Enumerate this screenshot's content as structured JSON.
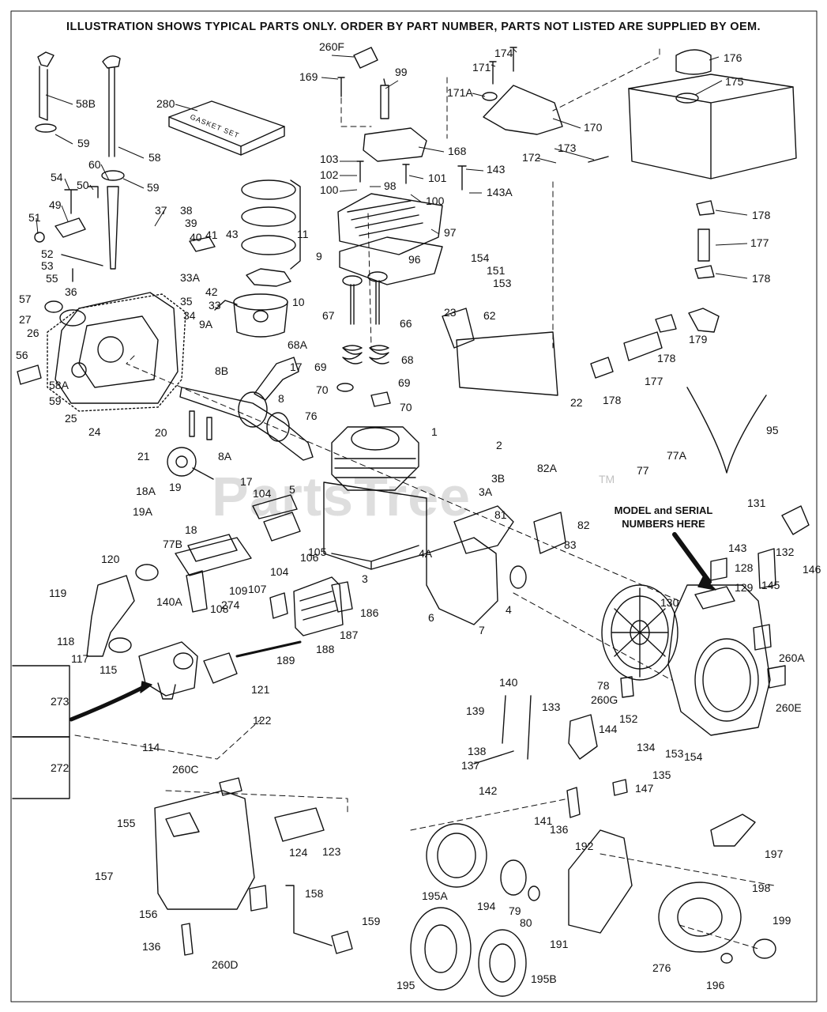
{
  "header": {
    "notice": "ILLUSTRATION SHOWS TYPICAL PARTS ONLY. ORDER BY PART NUMBER, PARTS NOT LISTED ARE SUPPLIED BY OEM."
  },
  "model_note": {
    "line1": "MODEL and SERIAL",
    "line2": "NUMBERS HERE"
  },
  "gasket_box_text": "GASKET SET",
  "watermark": {
    "text": "PartsTree",
    "tm": "TM"
  },
  "colors": {
    "ink": "#111111",
    "paper": "#ffffff",
    "watermark": "#cfcfcf"
  },
  "part_labels": [
    "260F",
    "99",
    "169",
    "174",
    "171",
    "171A",
    "176",
    "175",
    "58B",
    "280",
    "59",
    "58",
    "168",
    "170",
    "60",
    "59",
    "54",
    "50",
    "49",
    "51",
    "103",
    "102",
    "100",
    "98",
    "101",
    "143",
    "143A",
    "100",
    "97",
    "172",
    "173",
    "178",
    "177",
    "178",
    "37",
    "38",
    "39",
    "40",
    "41",
    "43",
    "11",
    "9",
    "52",
    "53",
    "55",
    "57",
    "36",
    "33A",
    "35",
    "33",
    "27",
    "26",
    "42",
    "34",
    "9A",
    "10",
    "96",
    "154",
    "151",
    "153",
    "67",
    "66",
    "23",
    "62",
    "179",
    "56",
    "58A",
    "59",
    "25",
    "24",
    "68A",
    "68",
    "69",
    "69",
    "70",
    "70",
    "17",
    "8B",
    "8",
    "76",
    "22",
    "178",
    "177",
    "178",
    "95",
    "20",
    "8A",
    "21",
    "1",
    "2",
    "77A",
    "77",
    "82A",
    "19",
    "17",
    "104",
    "5",
    "3B",
    "3A",
    "18A",
    "19A",
    "18",
    "81",
    "82",
    "83",
    "4A",
    "MODEL",
    "131",
    "132",
    "143",
    "128",
    "129",
    "146",
    "145",
    "120",
    "77B",
    "106",
    "105",
    "104",
    "107",
    "109",
    "108",
    "119",
    "140A",
    "118",
    "117",
    "115",
    "274",
    "6",
    "7",
    "4",
    "3",
    "186",
    "187",
    "188",
    "189",
    "121",
    "122",
    "273",
    "272",
    "114",
    "130",
    "260A",
    "260E",
    "78",
    "260G",
    "140",
    "139",
    "133",
    "144",
    "152",
    "134",
    "153",
    "154",
    "138",
    "137",
    "135",
    "147",
    "142",
    "141",
    "136",
    "260C",
    "155",
    "124",
    "123",
    "157",
    "156",
    "136",
    "260D",
    "158",
    "159",
    "192",
    "197",
    "198",
    "195A",
    "194",
    "79",
    "80",
    "191",
    "199",
    "276",
    "195",
    "195B",
    "196"
  ]
}
